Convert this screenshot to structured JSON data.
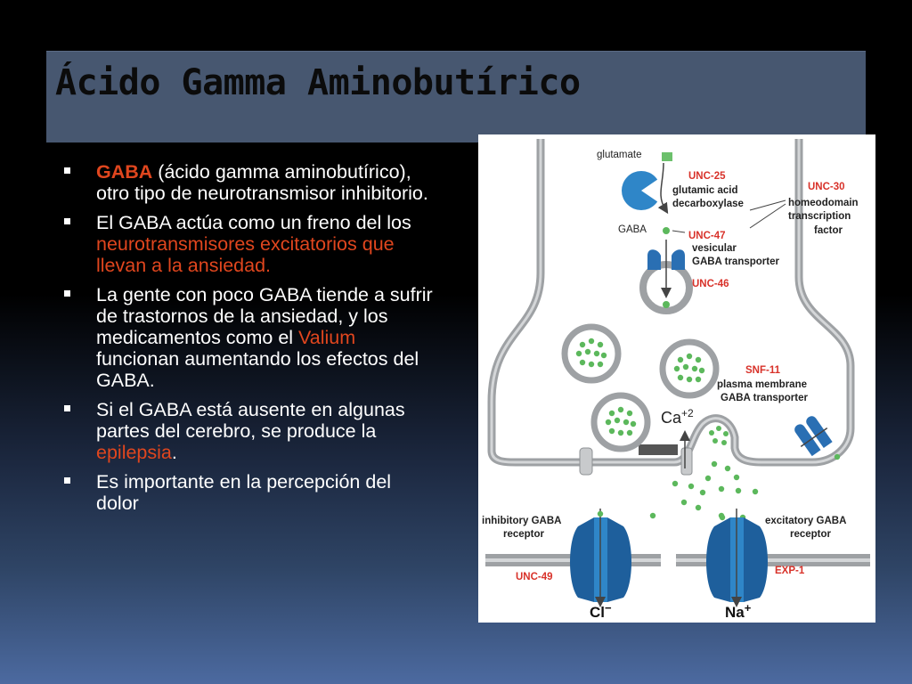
{
  "slide": {
    "title": "Ácido Gamma Aminobutírico"
  },
  "bullets": [
    {
      "t1": "GABA",
      "t2": " (ácido gamma aminobutírico), otro tipo de neurotransmisor inhibitorio."
    },
    {
      "t1": "El GABA actúa como un freno del los ",
      "t2": "neurotransmisores excitatorios que llevan a la ansiedad."
    },
    {
      "t1": "La gente con poco GABA tiende a sufrir de trastornos de la ansiedad, y los medicamentos como el ",
      "t2": "Valium",
      "t3": " funcionan aumentando los efectos del GABA."
    },
    {
      "t1": "Si el GABA está ausente en algunas partes del cerebro, se produce la ",
      "t2": "epilepsia",
      "t3": "."
    },
    {
      "t1": "Es importante en la percepción del dolor"
    }
  ],
  "figure": {
    "glutamate": "glutamate",
    "gaba": "GABA",
    "unc25": "UNC-25",
    "gad1": "glutamic acid",
    "gad2": "decarboxylase",
    "unc30": "UNC-30",
    "hd1": "homeodomain",
    "hd2": "transcription",
    "hd3": "factor",
    "unc47": "UNC-47",
    "vg1": "vesicular",
    "vg2": "GABA transporter",
    "unc46": "UNC-46",
    "snf11": "SNF-11",
    "pm1": "plasma membrane",
    "pm2": "GABA transporter",
    "ca_base": "Ca",
    "ca_sup": "+2",
    "inh1": "inhibitory GABA",
    "inh2": "receptor",
    "exc1": "excitatory GABA",
    "exc2": "receptor",
    "unc49": "UNC-49",
    "exp1": "EXP-1",
    "cl": "Cl",
    "cl_sup": "−",
    "na": "Na",
    "na_sup": "+"
  },
  "colors": {
    "accent_red": "#e0461e",
    "title_bar": "#475770",
    "gaba_green": "#5cb85c",
    "transporter_blue": "#2a6fb3"
  }
}
